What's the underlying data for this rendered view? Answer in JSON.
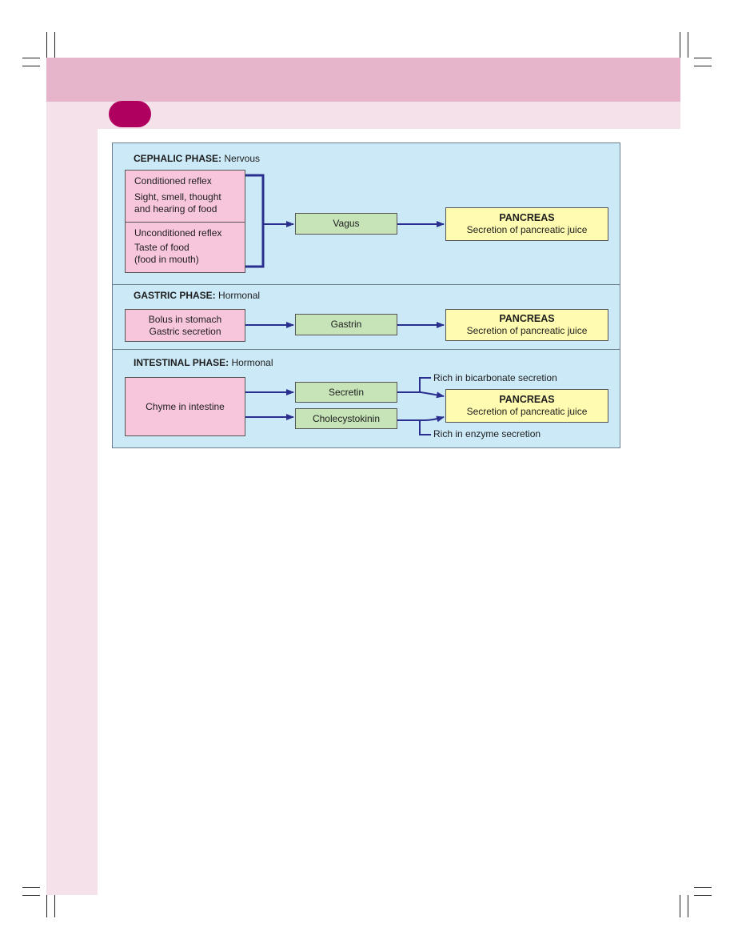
{
  "colors": {
    "header_band": "#e6b5cb",
    "sub_band": "#f5e1ea",
    "chapter_pill": "#b0005f",
    "diagram_bg": "#cce9f7",
    "pink_box": "#f7c6dd",
    "green_box": "#c7e3b8",
    "yellow_box": "#fffbb0",
    "arrow": "#2a2f8f"
  },
  "cephalic": {
    "title_bold": "CEPHALIC PHASE:",
    "title_rest": " Nervous",
    "conditioned": {
      "line1": "Conditioned reflex",
      "line2": "Sight, smell, thought",
      "line3": "and hearing of food"
    },
    "unconditioned": {
      "line1": "Unconditioned reflex",
      "line2": "Taste of food",
      "line3": "(food in mouth)"
    },
    "mediator": "Vagus",
    "target": {
      "name": "PANCREAS",
      "effect": "Secretion of  pancreatic juice"
    }
  },
  "gastric": {
    "title_bold": "GASTRIC PHASE:",
    "title_rest": " Hormonal",
    "stimulus": {
      "line1": "Bolus in stomach",
      "line2": "Gastric secretion"
    },
    "mediator": "Gastrin",
    "target": {
      "name": "PANCREAS",
      "effect": "Secretion of  pancreatic juice"
    }
  },
  "intestinal": {
    "title_bold": "INTESTINAL PHASE:",
    "title_rest": " Hormonal",
    "stimulus": "Chyme in intestine",
    "mediator_1": "Secretin",
    "mediator_2": "Cholecystokinin",
    "target": {
      "name": "PANCREAS",
      "effect": "Secretion of  pancreatic juice"
    },
    "note_top": "Rich in bicarbonate secretion",
    "note_bottom": "Rich in enzyme secretion"
  }
}
